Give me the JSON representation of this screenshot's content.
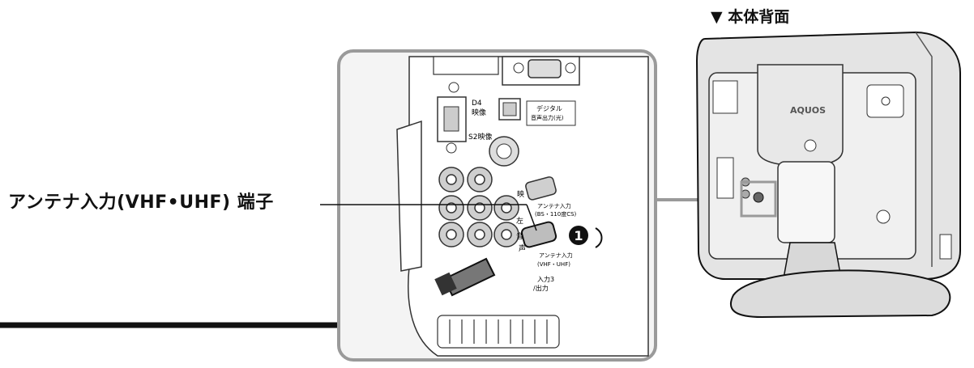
{
  "callout": {
    "text": "アンテナ入力(VHF•UHF) 端子"
  },
  "rear_view": {
    "label": "▼ 本体背面",
    "brand": "AQUOS"
  },
  "step_marker": "1",
  "closeup": {
    "d4_label": "D4",
    "d4_sub": "映像",
    "digital_label": "デジタル",
    "digital_sub": "音声出力(光)",
    "s2_label": "S2映像",
    "bs_label": "アンテナ入力",
    "bs_sub": "(BS・110度CS)",
    "vhf_label": "アンテナ入力",
    "vhf_sub": "(VHF・UHF)",
    "input3_label": "入力3",
    "input3_sub": "/出力",
    "left_label": "左",
    "audio_label": "音",
    "video_label": "映",
    "hi_label": "声"
  },
  "colors": {
    "frame": "#9a9a9a",
    "line": "#111111",
    "panel": "#f4f4f4"
  }
}
